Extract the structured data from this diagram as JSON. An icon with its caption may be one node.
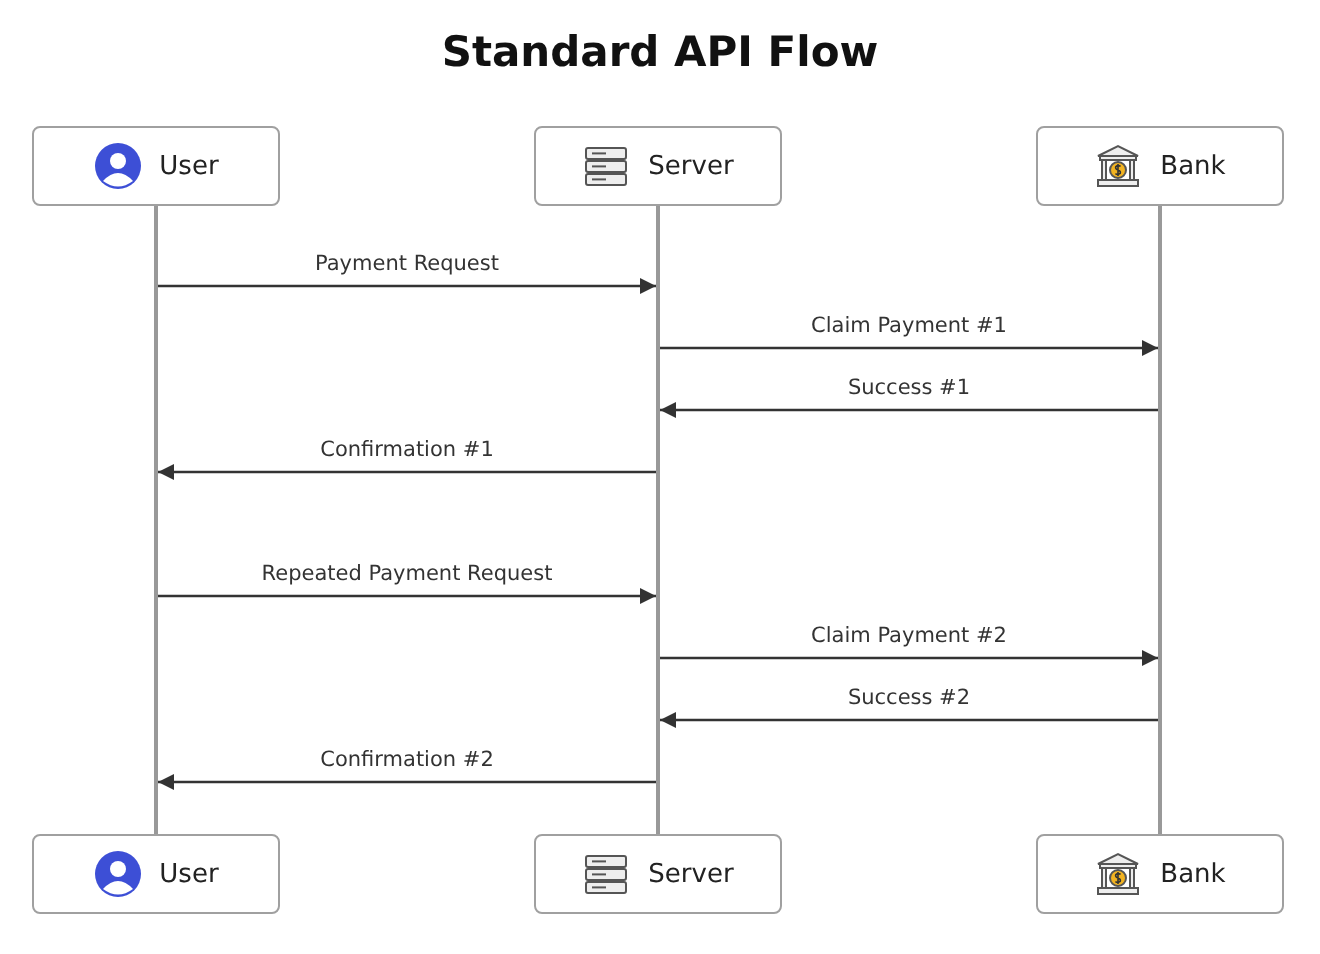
{
  "diagram": {
    "title": "Standard API Flow",
    "nodes": [
      {
        "text": [
          "User"
        ]
      },
      {
        "text": [
          "Server"
        ]
      },
      {
        "text": [
          "Bank"
        ]
      },
      {
        "text": [],
        "shape": "bar"
      },
      {
        "text": [],
        "shape": "bar"
      },
      {
        "text": [],
        "shape": "bar"
      },
      {
        "text": [
          "User"
        ]
      },
      {
        "text": [
          "Server"
        ]
      },
      {
        "text": [
          "Bank"
        ]
      }
    ],
    "edges": [
      {
        "from": 3,
        "to": 4,
        "arrow": "to",
        "label": "Payment Request"
      },
      {
        "from": 4,
        "to": 5,
        "arrow": "to",
        "label": "Claim Payment #1"
      },
      {
        "from": 5,
        "to": 4,
        "arrow": "to",
        "label": "Success #1"
      },
      {
        "from": 4,
        "to": 3,
        "arrow": "to",
        "label": "Confirmation #1"
      },
      {
        "from": 3,
        "to": 4,
        "arrow": "to",
        "label": "Repeated Payment Request"
      },
      {
        "from": 4,
        "to": 5,
        "arrow": "to",
        "label": "Claim Payment #2"
      },
      {
        "from": 5,
        "to": 4,
        "arrow": "to",
        "label": "Success #2"
      },
      {
        "from": 4,
        "to": 3,
        "arrow": "to",
        "label": "Confirmation #2"
      }
    ]
  }
}
